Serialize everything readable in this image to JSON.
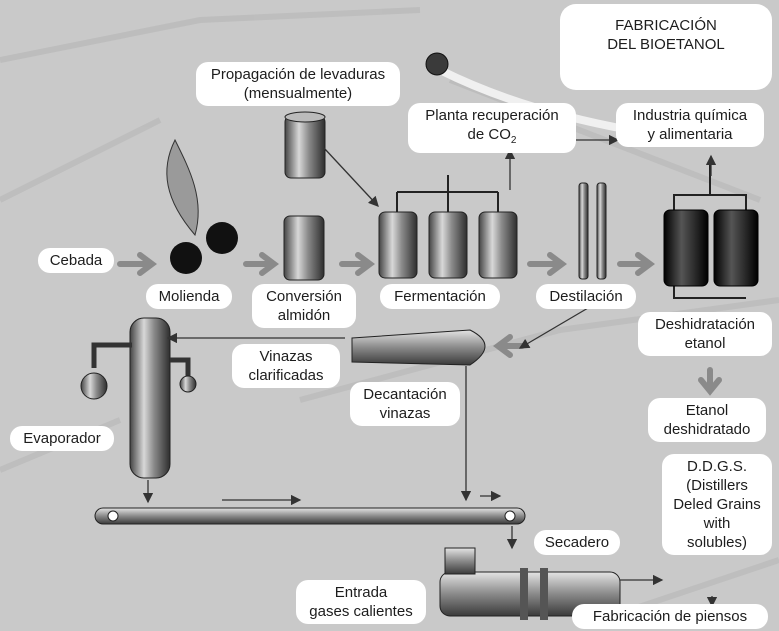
{
  "title": {
    "line1": "FABRICACIÓN",
    "line2": "DEL BIOETANOL"
  },
  "labels": {
    "propagacion": {
      "line1": "Propagación de levaduras",
      "line2": "(mensualmente)"
    },
    "planta_co2": {
      "line1": "Planta recuperación",
      "line2_prefix": "de CO",
      "line2_sub": "2"
    },
    "industria": {
      "line1": "Industria química",
      "line2": "y alimentaria"
    },
    "cebada": "Cebada",
    "molienda": "Molienda",
    "conversion": {
      "line1": "Conversión",
      "line2": "almidón"
    },
    "fermentacion": "Fermentación",
    "destilacion": "Destilación",
    "deshidratacion": {
      "line1": "Deshidratación",
      "line2": "etanol"
    },
    "vinazas": {
      "line1": "Vinazas",
      "line2": "clarificadas"
    },
    "decantacion": {
      "line1": "Decantación",
      "line2": "vinazas"
    },
    "evaporador": "Evaporador",
    "etanol": {
      "line1": "Etanol",
      "line2": "deshidratado"
    },
    "ddgs": {
      "line1": "D.D.G.S.",
      "line2": "(Distillers",
      "line3": "Deled Grains",
      "line4": "with",
      "line5": "solubles)"
    },
    "secadero": "Secadero",
    "entrada": {
      "line1": "Entrada",
      "line2": "gases calientes"
    },
    "piensos": "Fabricación de piensos"
  },
  "colors": {
    "background": "#c9c9c9",
    "box": "#ffffff",
    "tank_dark": "#1a1a1a",
    "arrow": "#8a8a8a",
    "line": "#333333"
  }
}
